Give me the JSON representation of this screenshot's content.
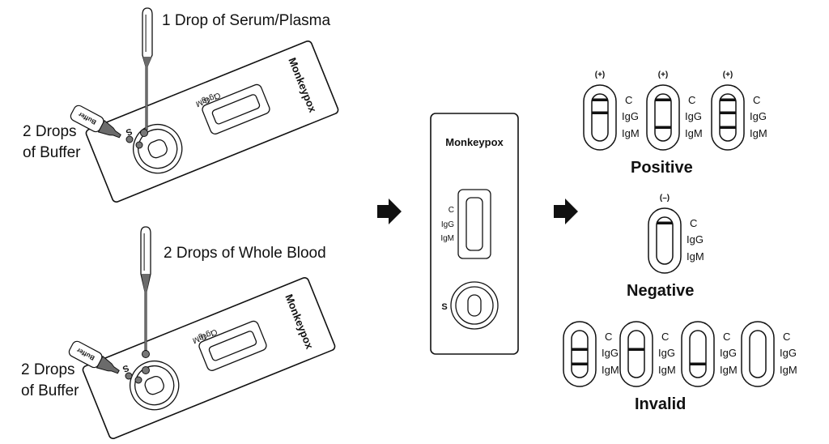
{
  "panel_left": {
    "step_top": {
      "pipette_label": "1 Drop of Serum/Plasma",
      "buffer_label_line1": "2 Drops",
      "buffer_label_line2": "of Buffer",
      "buffer_bottle_text": "Buffer",
      "cassette_brand": "Monkeypox",
      "sample_well": "S",
      "line_labels": [
        "C",
        "IgG",
        "IgM"
      ]
    },
    "step_bottom": {
      "pipette_label": "2 Drops of Whole Blood",
      "buffer_label_line1": "2 Drops",
      "buffer_label_line2": "of Buffer",
      "buffer_bottle_text": "Buffer",
      "cassette_brand": "Monkeypox",
      "sample_well": "S",
      "line_labels": [
        "C",
        "IgG",
        "IgM"
      ]
    }
  },
  "panel_middle": {
    "cassette_brand": "Monkeypox",
    "sample_well": "S",
    "line_labels": [
      "C",
      "IgG",
      "IgM"
    ]
  },
  "results": {
    "line_labels": [
      "C",
      "IgG",
      "IgM"
    ],
    "positive": {
      "title": "Positive",
      "strips": [
        {
          "sign": "(+)",
          "lines": [
            "C",
            "IgG"
          ]
        },
        {
          "sign": "(+)",
          "lines": [
            "C",
            "IgM"
          ]
        },
        {
          "sign": "(+)",
          "lines": [
            "C",
            "IgG",
            "IgM"
          ]
        }
      ]
    },
    "negative": {
      "title": "Negative",
      "strips": [
        {
          "sign": "(–)",
          "lines": [
            "C"
          ]
        }
      ]
    },
    "invalid": {
      "title": "Invalid",
      "strips": [
        {
          "sign": "",
          "lines": [
            "IgG",
            "IgM"
          ]
        },
        {
          "sign": "",
          "lines": [
            "IgG"
          ]
        },
        {
          "sign": "",
          "lines": [
            "IgM"
          ]
        },
        {
          "sign": "",
          "lines": []
        }
      ]
    }
  },
  "colors": {
    "ink": "#111111",
    "fluid": "#6b6b6b",
    "background": "#ffffff"
  }
}
